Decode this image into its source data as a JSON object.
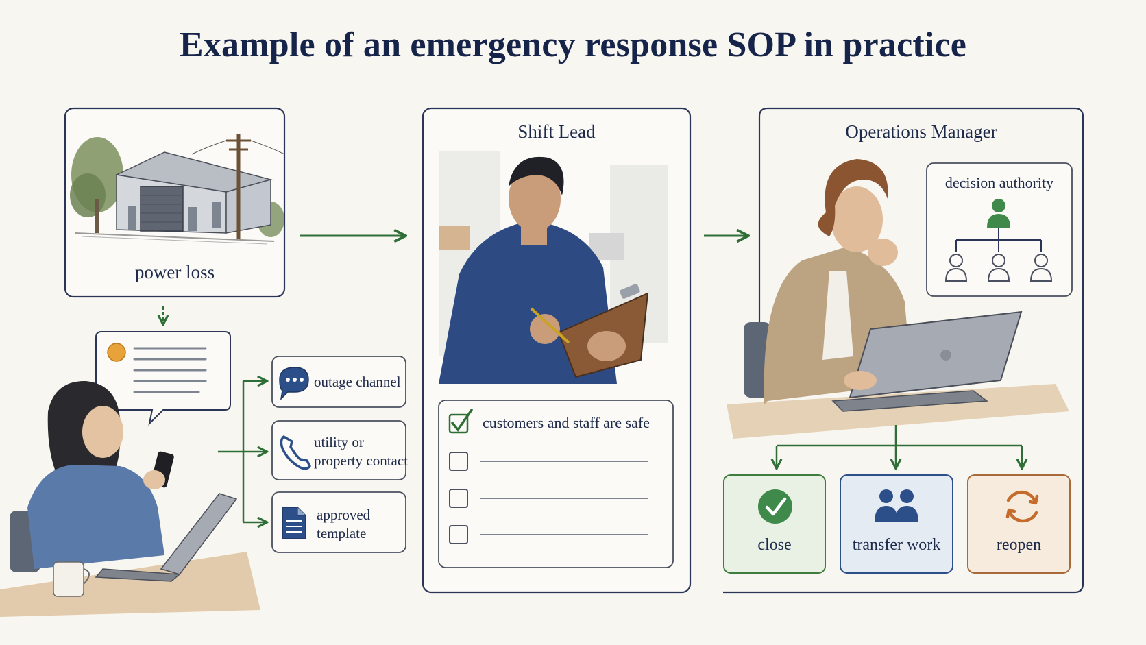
{
  "title": "Example of an emergency response SOP in practice",
  "event": {
    "label": "power loss"
  },
  "channels": [
    {
      "icon": "chat-bubble-icon",
      "label": "outage channel"
    },
    {
      "icon": "phone-icon",
      "label_line1": "utility or",
      "label_line2": "property contact"
    },
    {
      "icon": "document-icon",
      "label_line1": "approved",
      "label_line2": "template"
    }
  ],
  "shift_lead": {
    "title": "Shift Lead",
    "checklist": [
      {
        "checked": true,
        "text": "customers and staff are safe"
      },
      {
        "checked": false,
        "text": ""
      },
      {
        "checked": false,
        "text": ""
      },
      {
        "checked": false,
        "text": ""
      }
    ]
  },
  "ops_manager": {
    "title": "Operations Manager",
    "authority_label": "decision authority",
    "outcomes": [
      {
        "icon": "checkmark-circle-icon",
        "label": "close",
        "color": "#3f7d3f",
        "bg": "#e9f1e4"
      },
      {
        "icon": "people-icon",
        "label": "transfer work",
        "color": "#2c4f8a",
        "bg": "#e4ebf3"
      },
      {
        "icon": "refresh-icon",
        "label": "reopen",
        "color": "#c56b2b",
        "bg": "#f6ebdd"
      }
    ]
  },
  "colors": {
    "navy": "#1d2a4a",
    "green_arrow": "#2f6e37",
    "panel_border": "#2a3557"
  }
}
